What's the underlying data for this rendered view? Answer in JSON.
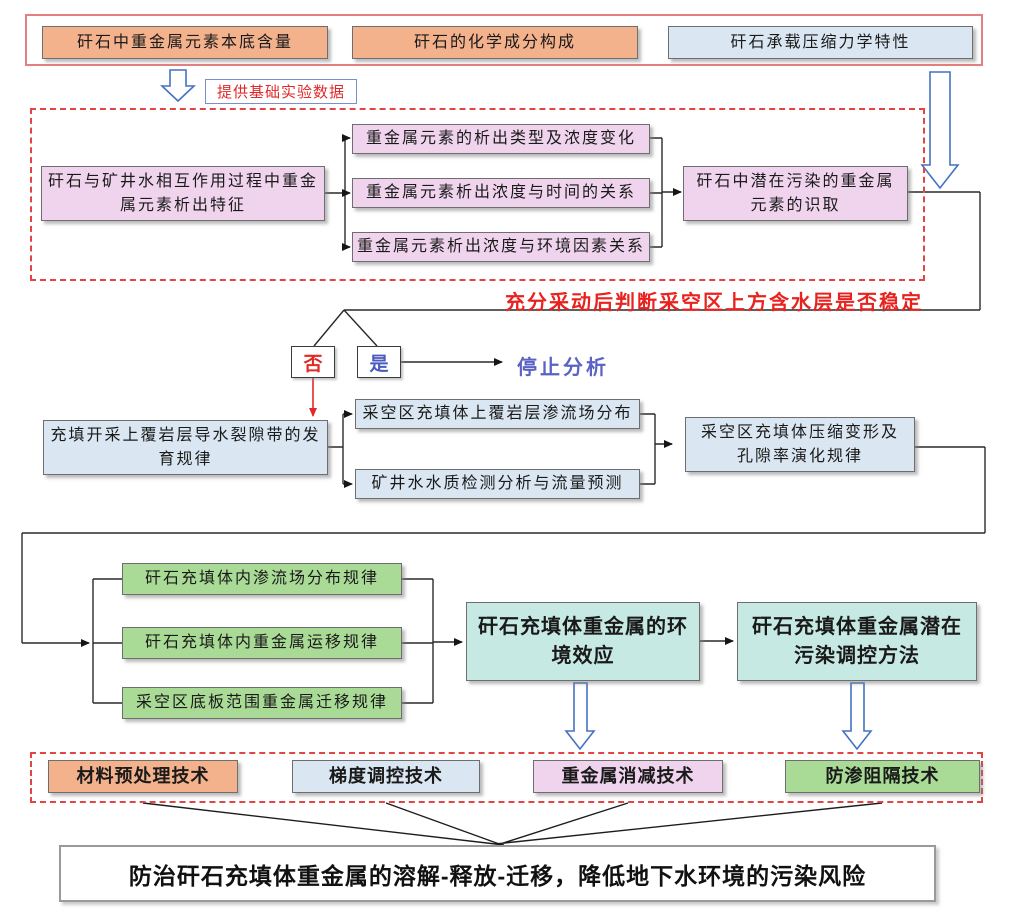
{
  "colors": {
    "orange_fill": "#F3B18C",
    "blue_fill": "#DAE7F2",
    "pink_fill": "#F0D4EE",
    "green_fill": "#A9DB96",
    "cyan_fill": "#C7E9E4",
    "red_dashed_border": "#E34444",
    "red_solid_border": "#E28080",
    "hollow_arrow_stroke": "#4472C4",
    "red_text": "#E8231F",
    "blue_text": "#4A5BBF"
  },
  "top_row": {
    "box1": "矸石中重金属元素本底含量",
    "box2": "矸石的化学成分构成",
    "box3": "矸石承载压缩力学特性"
  },
  "labels": {
    "provide_data": "提供基础实验数据",
    "judge": "充分采动后判断采空区上方含水层是否稳定",
    "no": "否",
    "yes": "是",
    "stop": "停止分析"
  },
  "dissolution_section": {
    "left": "矸石与矿井水相互作用过程中重金属属元素析出特征",
    "left_display": "矸石与矿井水相互作用过程中重金属元素析出特征",
    "mid1": "重金属元素的析出类型及浓度变化",
    "mid2": "重金属元素析出浓度与时间的关系",
    "mid3": "重金属元素析出浓度与环境因素关系",
    "right": "矸石中潜在污染的重金属元素的识取"
  },
  "mining_section": {
    "left": "充填开采上覆岩层导水裂隙带的发育规律",
    "mid_top": "采空区充填体上覆岩层渗流场分布",
    "mid_bottom": "矿井水水质检测分析与流量预测",
    "right": "采空区充填体压缩变形及孔隙率演化规律"
  },
  "migration_section": {
    "green1": "矸石充填体内渗流场分布规律",
    "green2": "矸石充填体内重金属运移规律",
    "green3": "采空区底板范围重金属迁移规律",
    "cyan1": "矸石充填体重金属的环境效应",
    "cyan2": "矸石充填体重金属潜在污染调控方法"
  },
  "tech_row": {
    "t1": "材料预处理技术",
    "t2": "梯度调控技术",
    "t3": "重金属消减技术",
    "t4": "防渗阻隔技术"
  },
  "conclusion": "防治矸石充填体重金属的溶解-释放-迁移，降低地下水环境的污染风险"
}
